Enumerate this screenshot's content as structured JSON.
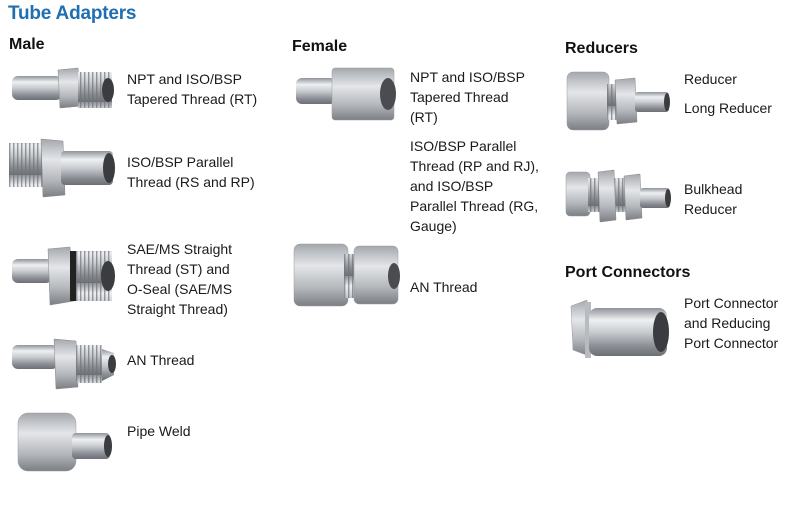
{
  "page": {
    "title": "Tube Adapters",
    "accent_color": "#1f6fb2"
  },
  "sections": {
    "male": {
      "heading": "Male",
      "items": [
        {
          "label_lines": [
            "NPT and ISO/BSP",
            "Tapered Thread (RT)"
          ],
          "image": "male-npt-adapter-photo"
        },
        {
          "label_lines": [
            "ISO/BSP Parallel",
            "Thread (RS and RP)"
          ],
          "image": "male-parallel-thread-adapter-photo"
        },
        {
          "label_lines": [
            "SAE/MS Straight",
            "Thread (ST) and",
            "O-Seal (SAE/MS",
            "Straight Thread)"
          ],
          "image": "male-sae-oseal-adapter-photo"
        },
        {
          "label_lines": [
            "AN Thread"
          ],
          "image": "male-an-thread-adapter-photo"
        },
        {
          "label_lines": [
            "Pipe Weld"
          ],
          "image": "pipe-weld-adapter-photo"
        }
      ]
    },
    "female": {
      "heading": "Female",
      "items": [
        {
          "label_lines": [
            "NPT and ISO/BSP",
            "Tapered Thread",
            "(RT)"
          ],
          "image": "female-npt-adapter-photo"
        },
        {
          "label_lines": [
            "ISO/BSP Parallel",
            "Thread (RP and RJ),",
            "and ISO/BSP",
            "Parallel Thread (RG,",
            "Gauge)"
          ],
          "image": null
        },
        {
          "label_lines": [
            "AN Thread"
          ],
          "image": "female-an-thread-adapter-photo"
        }
      ]
    },
    "reducers": {
      "heading": "Reducers",
      "items": [
        {
          "label_lines": [
            "Reducer"
          ],
          "image": "reducer-photo"
        },
        {
          "label_lines": [
            "Long Reducer"
          ],
          "image": null
        },
        {
          "label_lines": [
            "Bulkhead",
            "Reducer"
          ],
          "image": "bulkhead-reducer-photo"
        }
      ]
    },
    "port_connectors": {
      "heading": "Port Connectors",
      "items": [
        {
          "label_lines": [
            "Port Connector",
            "and Reducing",
            "Port Connector"
          ],
          "image": "port-connector-photo"
        }
      ]
    }
  }
}
